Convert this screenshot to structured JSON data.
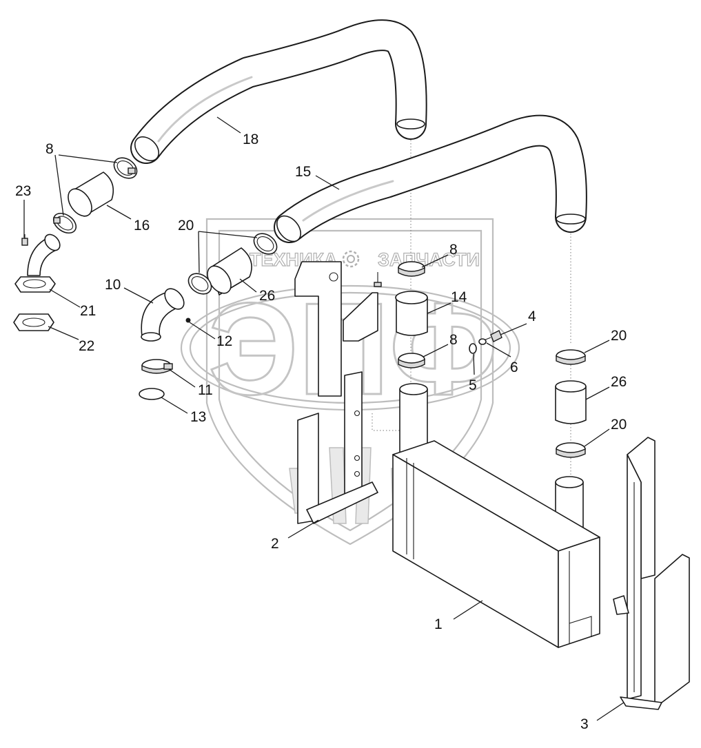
{
  "watermark": {
    "line1_left": "ТЕХНИКА",
    "line1_right": "ЗАПЧАСТИ",
    "big": "ЭПФ",
    "gear": "gear-icon"
  },
  "callouts": {
    "c1": "1",
    "c2": "2",
    "c3": "3",
    "c4": "4",
    "c5": "5",
    "c6": "6",
    "c8a": "8",
    "c8b": "8",
    "c8c": "8",
    "c10": "10",
    "c11": "11",
    "c12": "12",
    "c13": "13",
    "c14": "14",
    "c15": "15",
    "c16": "16",
    "c18": "18",
    "c20a": "20",
    "c20b": "20",
    "c20c": "20",
    "c21": "21",
    "c22": "22",
    "c23": "23",
    "c26a": "26",
    "c26b": "26"
  }
}
